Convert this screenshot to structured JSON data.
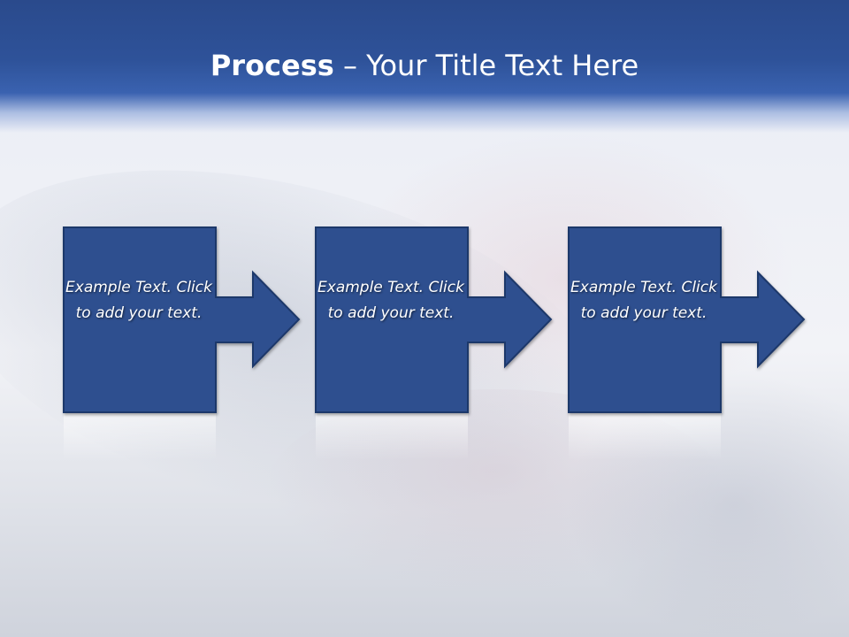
{
  "slide": {
    "title_strong": "Process",
    "title_rest": " – Your Title Text Here"
  },
  "steps": [
    {
      "text": "Example Text. Click  to add your text."
    },
    {
      "text": "Example Text. Click  to add your text."
    },
    {
      "text": "Example Text. Click  to add your text."
    }
  ],
  "colors": {
    "header": "#2e5299",
    "box_fill": "#2f4f8f",
    "box_border": "#1f386a",
    "text": "#ffffff"
  },
  "icons": {
    "arrow": "right-arrow-icon",
    "background": "hand-holding-phone-photo"
  }
}
